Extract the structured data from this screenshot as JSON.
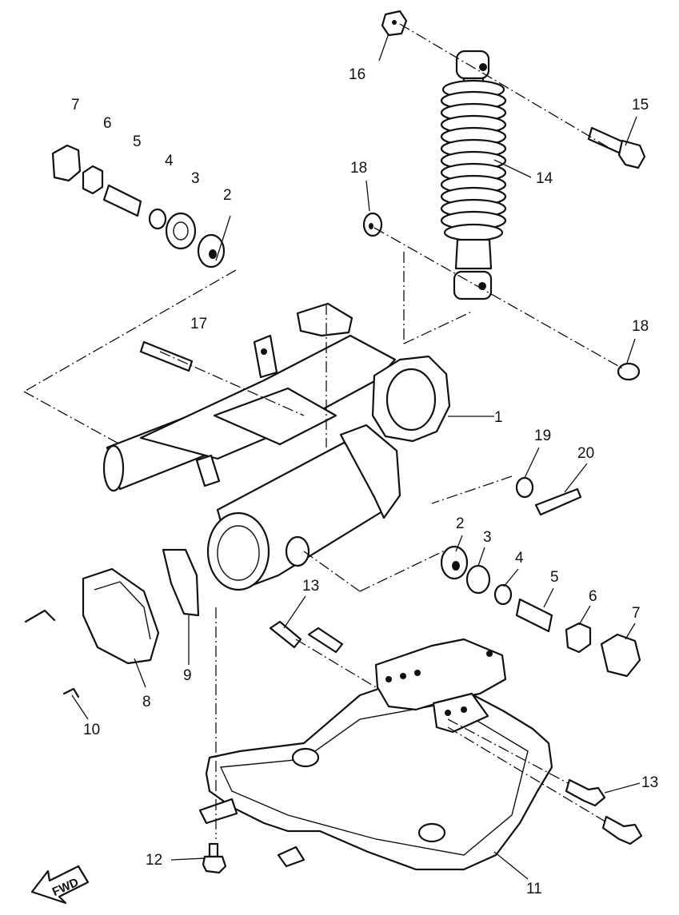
{
  "callouts": {
    "c1": "1",
    "c2_top": "2",
    "c2_bottom": "2",
    "c3_top": "3",
    "c3_bottom": "3",
    "c4_top": "4",
    "c4_bottom": "4",
    "c5_top": "5",
    "c5_bottom": "5",
    "c6_top": "6",
    "c6_bottom": "6",
    "c7_top": "7",
    "c7_bottom": "7",
    "c8": "8",
    "c9": "9",
    "c10": "10",
    "c11": "11",
    "c12": "12",
    "c13_top": "13",
    "c13_bottom": "13",
    "c14": "14",
    "c15": "15",
    "c16": "16",
    "c17": "17",
    "c18_top": "18",
    "c18_bottom": "18",
    "c19": "19",
    "c20": "20"
  },
  "direction_marker": {
    "label": "FWD",
    "icon": "arrow-left-icon"
  }
}
